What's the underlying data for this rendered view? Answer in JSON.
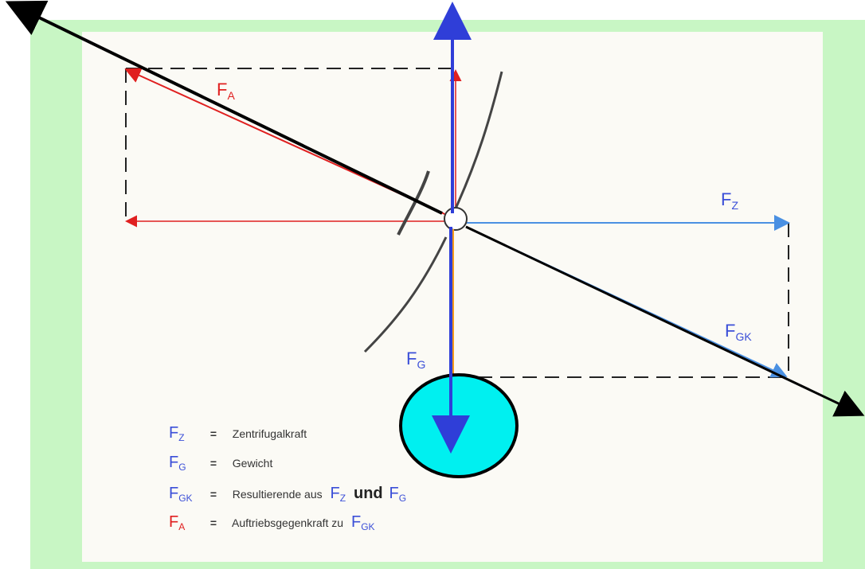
{
  "labels": {
    "fa": {
      "main": "F",
      "sub": "A"
    },
    "fz": {
      "main": "F",
      "sub": "Z"
    },
    "fgk": {
      "main": "F",
      "sub": "GK"
    },
    "fg": {
      "main": "F",
      "sub": "G"
    }
  },
  "legend": [
    {
      "main": "F",
      "sub": "Z",
      "color": "#3b4fd8",
      "eq": "=",
      "text": "Zentrifugalkraft"
    },
    {
      "main": "F",
      "sub": "G",
      "color": "#3b4fd8",
      "eq": "=",
      "text": "Gewicht"
    },
    {
      "main": "F",
      "sub": "GK",
      "color": "#3b4fd8",
      "eq": "=",
      "text": "Resultierende aus",
      "tail": {
        "a_main": "F",
        "a_sub": "Z",
        "mid": "und",
        "b_main": "F",
        "b_sub": "G"
      }
    },
    {
      "main": "F",
      "sub": "A",
      "color": "#e02020",
      "eq": "=",
      "text": "Auftriebsgegenkraft zu",
      "tail2": {
        "main": "F",
        "sub": "GK"
      }
    }
  ],
  "colors": {
    "frame": "#c8f6c4",
    "force_blue": "#3b4fd8",
    "force_red": "#e02020",
    "rope": "#f59a1a",
    "mass": "#00f0f0"
  }
}
